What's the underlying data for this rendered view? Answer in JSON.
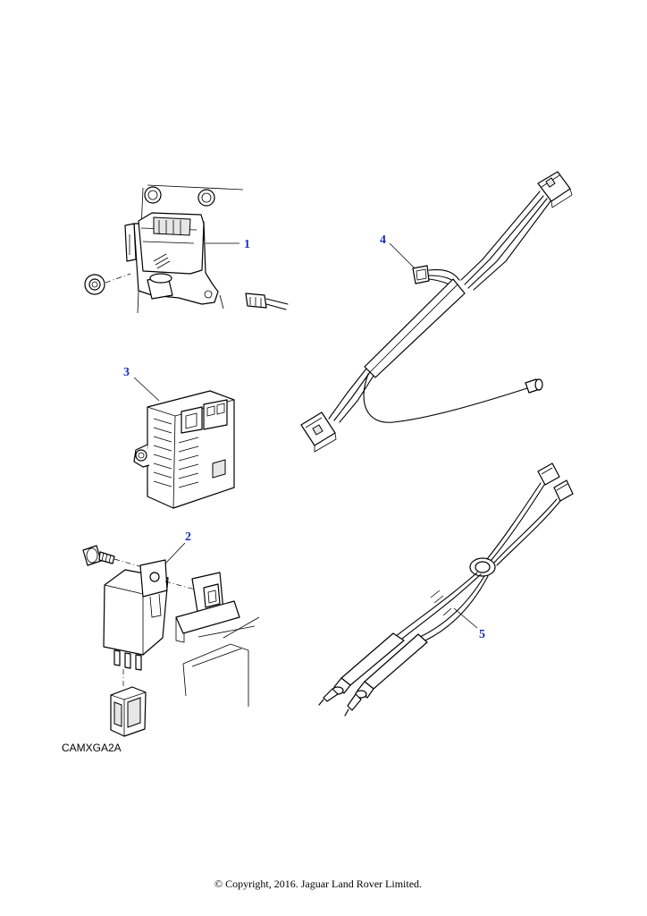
{
  "callouts": {
    "part1": "1",
    "part2": "2",
    "part3": "3",
    "part4": "4",
    "part5": "5"
  },
  "reference_code": "CAMXGA2A",
  "copyright": "© Copyright, 2016. Jaguar Land Rover Limited.",
  "colors": {
    "callout": "#1a2fb8",
    "line": "#000000",
    "background": "#ffffff"
  }
}
